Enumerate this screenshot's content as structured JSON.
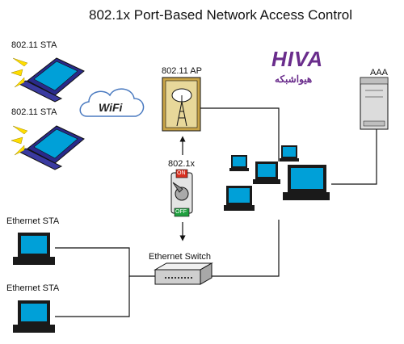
{
  "title": "802.1x Port-Based Network Access Control",
  "labels": {
    "sta_top": "802.11 STA",
    "sta_mid": "802.11 STA",
    "wifi": "WiFi",
    "ap": "802.11 AP",
    "aaa": "AAA",
    "auth": "802.1x",
    "switch_on": "ON",
    "switch_off": "OFF",
    "eth_switch": "Ethernet Switch",
    "eth_sta_top": "Ethernet STA",
    "eth_sta_bottom": "Ethernet STA"
  },
  "brand": {
    "logo_text": "HIVA",
    "subtitle": "هیواشبکه",
    "color": "#6a2d8c"
  },
  "colors": {
    "laptop_body": "#2a2a8a",
    "screen": "#00a0d8",
    "switch_on": "#d83020",
    "switch_off": "#20a040",
    "ap_panel": "#e8d89a"
  }
}
